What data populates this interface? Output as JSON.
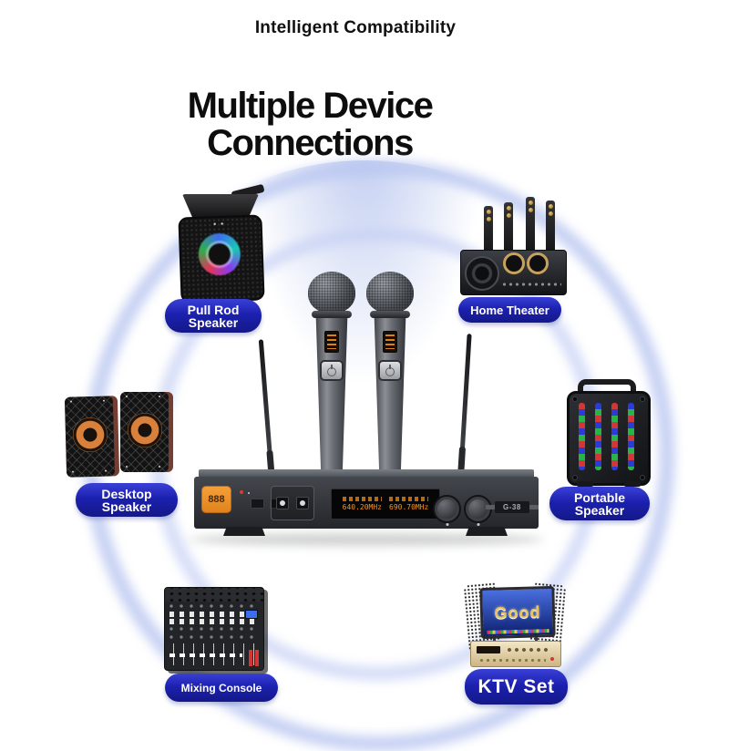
{
  "header": {
    "subtitle": "Intelligent Compatibility",
    "title_line1": "Multiple Device",
    "title_line2": "Connections"
  },
  "devices": [
    {
      "id": "pull-rod-speaker",
      "label_line1": "Pull Rod",
      "label_line2": "Speaker"
    },
    {
      "id": "home-theater",
      "label_line1": "Home Theater",
      "label_line2": ""
    },
    {
      "id": "desktop-speaker",
      "label_line1": "Desktop",
      "label_line2": "Speaker"
    },
    {
      "id": "portable-speaker",
      "label_line1": "Portable",
      "label_line2": "Speaker"
    },
    {
      "id": "mixing-console",
      "label_line1": "Mixing Console",
      "label_line2": ""
    },
    {
      "id": "ktv-set",
      "label_line1": "KTV Set",
      "label_line2": "",
      "screen_text": "Good"
    }
  ],
  "receiver": {
    "badge": "888",
    "model": "G-38",
    "freq_left": "640.20MHz",
    "freq_right": "690.70MHz"
  },
  "colors": {
    "label_blue": "#1c21b0",
    "ring_blue": "#b9c6f0",
    "lcd_orange": "#f7941d",
    "led_red": "#d43535",
    "led_green": "#28b548",
    "led_blue": "#2a3bd8"
  }
}
